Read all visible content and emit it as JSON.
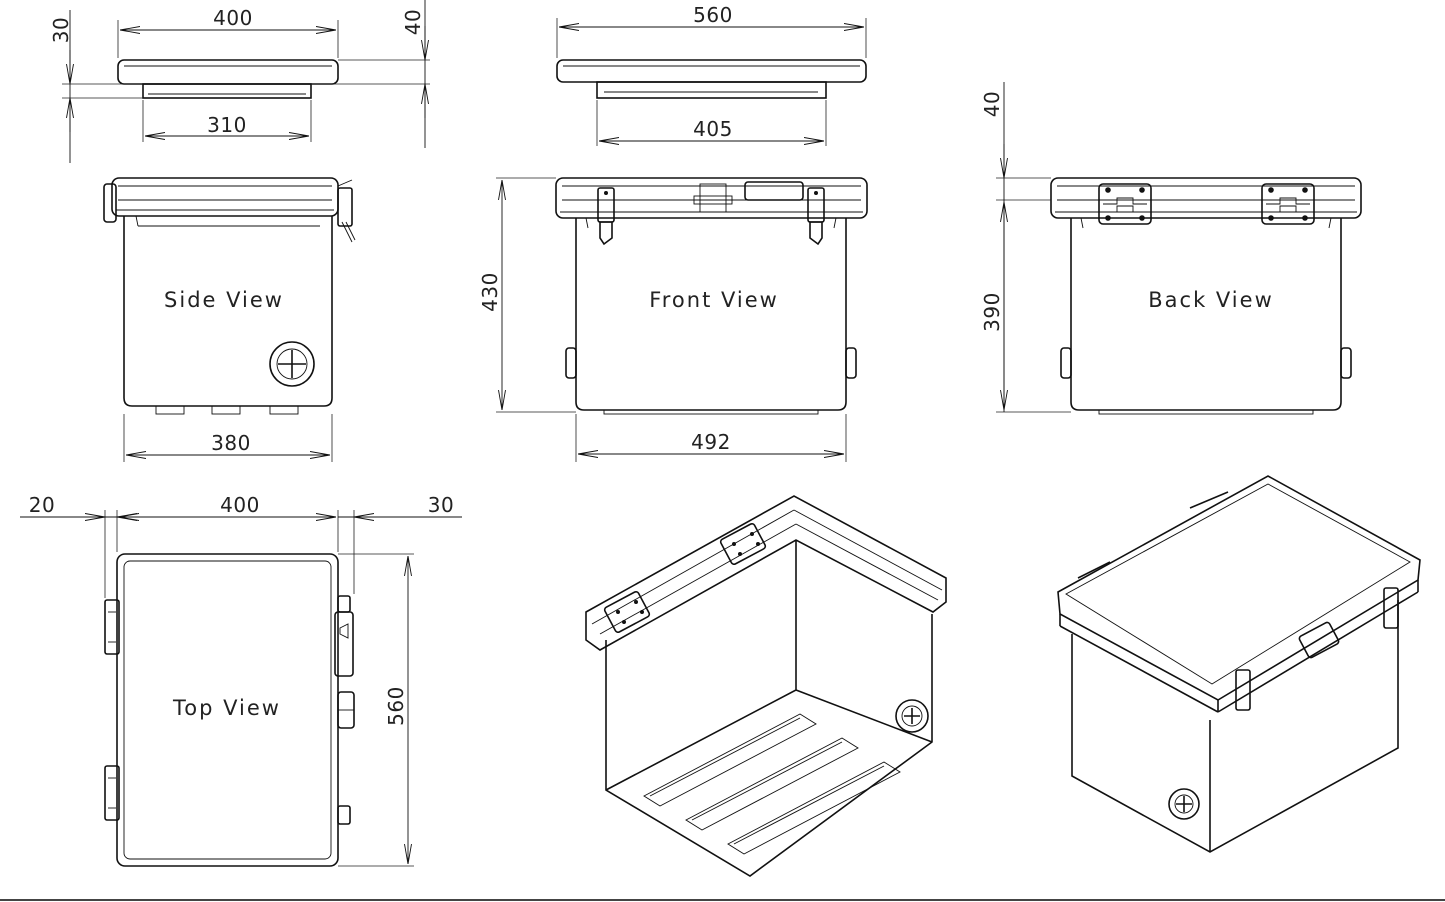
{
  "colors": {
    "line": "#111111",
    "background": "#ffffff"
  },
  "views": {
    "side": "Side View",
    "front": "Front View",
    "back": "Back View",
    "top": "Top View"
  },
  "dimensions": {
    "side_lid_width": "400",
    "side_lid_height": "30",
    "side_lid_depth": "40",
    "side_lid_inner": "310",
    "side_body_width": "380",
    "front_lid_width": "560",
    "front_lid_inner": "405",
    "front_height": "430",
    "front_body_width": "492",
    "back_lid_height": "40",
    "back_body_height": "390",
    "top_left_offset": "20",
    "top_width": "400",
    "top_right_offset": "30",
    "top_depth": "560"
  }
}
